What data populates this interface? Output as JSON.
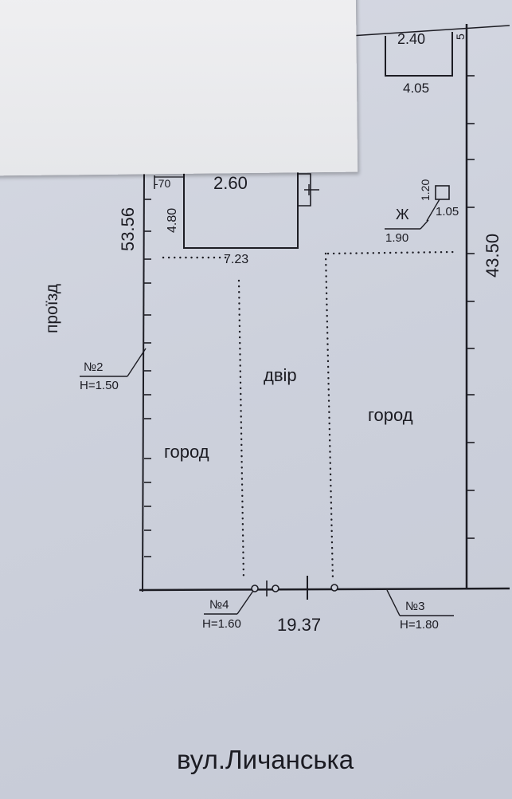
{
  "plan": {
    "street": "вул.Личанська",
    "passage": "проїзд",
    "yard": "двір",
    "garden_left": "город",
    "garden_right": "город",
    "dim_left_side": "53.56",
    "dim_right_side": "43.50",
    "dim_front": "19.37",
    "dim_inner_width": "7.23",
    "house": {
      "width": "2.60",
      "depth": "4.80",
      "offset": "-70"
    },
    "shed": {
      "top": "2.40",
      "bottom": "4.05",
      "side": "5"
    },
    "well": {
      "label": "Ж",
      "h": "1.20",
      "w": "1.05",
      "offset": "1.90"
    },
    "markers": [
      {
        "no": "№2",
        "h": "H=1.50"
      },
      {
        "no": "№4",
        "h": "H=1.60"
      },
      {
        "no": "№3",
        "h": "H=1.80"
      }
    ]
  }
}
